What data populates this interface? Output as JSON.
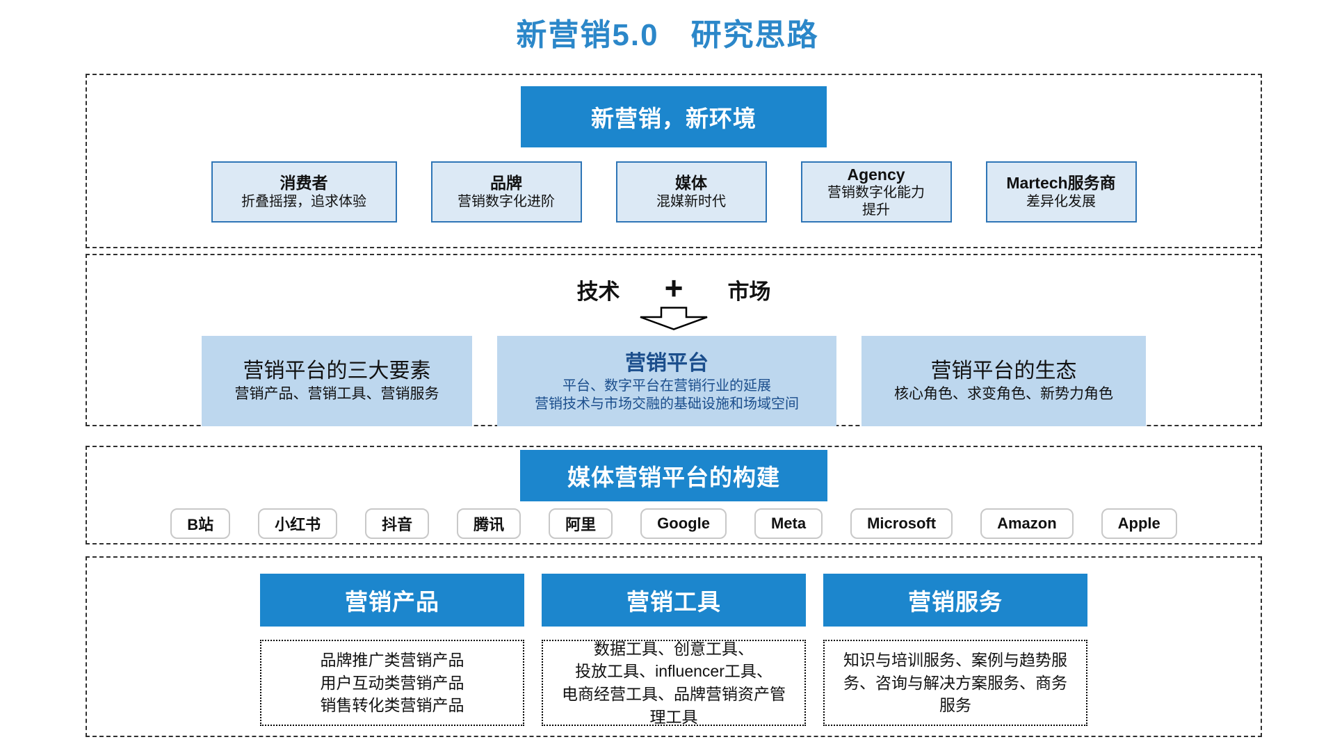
{
  "title": "新营销5.0　研究思路",
  "colors": {
    "title_blue": "#2B87C9",
    "header_blue": "#1C86CD",
    "light_fill": "#DCE9F5",
    "light_border": "#2E75B6",
    "panel_fill": "#BDD7EE",
    "navy_text": "#1B4E8C",
    "tag_border": "#C8C8C8",
    "dash_border": "#2F2F2F"
  },
  "section1": {
    "header": "新营销，新环境",
    "boxes": [
      {
        "title": "消费者",
        "subtitle": "折叠摇摆，追求体验"
      },
      {
        "title": "品牌",
        "subtitle": "营销数字化进阶"
      },
      {
        "title": "媒体",
        "subtitle": "混媒新时代"
      },
      {
        "title": "Agency",
        "subtitle": "营销数字化能力\n提升"
      },
      {
        "title": "Martech服务商",
        "subtitle": "差异化发展"
      }
    ]
  },
  "section2": {
    "left_label": "技术",
    "plus": "+",
    "right_label": "市场",
    "boxes": [
      {
        "title": "营销平台的三大要素",
        "subtitle": "营销产品、营销工具、营销服务"
      },
      {
        "title": "营销平台",
        "subtitle": "平台、数字平台在营销行业的延展\n营销技术与市场交融的基础设施和场域空间"
      },
      {
        "title": "营销平台的生态",
        "subtitle": "核心角色、求变角色、新势力角色"
      }
    ]
  },
  "section3": {
    "header": "媒体营销平台的构建",
    "tags": [
      "B站",
      "小红书",
      "抖音",
      "腾讯",
      "阿里",
      "Google",
      "Meta",
      "Microsoft",
      "Amazon",
      "Apple"
    ]
  },
  "section4": {
    "columns": [
      {
        "header": "营销产品",
        "body": "品牌推广类营销产品\n用户互动类营销产品\n销售转化类营销产品"
      },
      {
        "header": "营销工具",
        "body": "数据工具、创意工具、\n投放工具、influencer工具、\n电商经营工具、品牌营销资产管\n理工具"
      },
      {
        "header": "营销服务",
        "body": "知识与培训服务、案例与趋势服\n务、咨询与解决方案服务、商务\n服务"
      }
    ]
  }
}
